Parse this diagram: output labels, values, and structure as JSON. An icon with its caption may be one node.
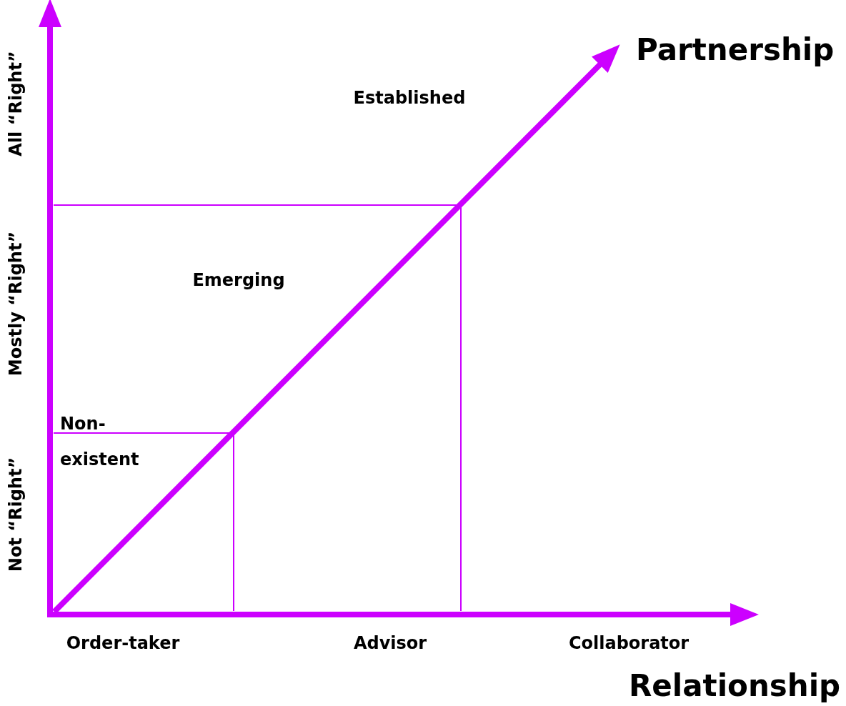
{
  "diagram": {
    "labels": [
      "Partnership",
      "Established",
      "All “Right”",
      "Emerging",
      "Mostly “Right”",
      "Non-existent",
      "Not “Right”",
      "Order-taker",
      "Advisor",
      "Collaborator",
      "Relationship"
    ]
  }
}
